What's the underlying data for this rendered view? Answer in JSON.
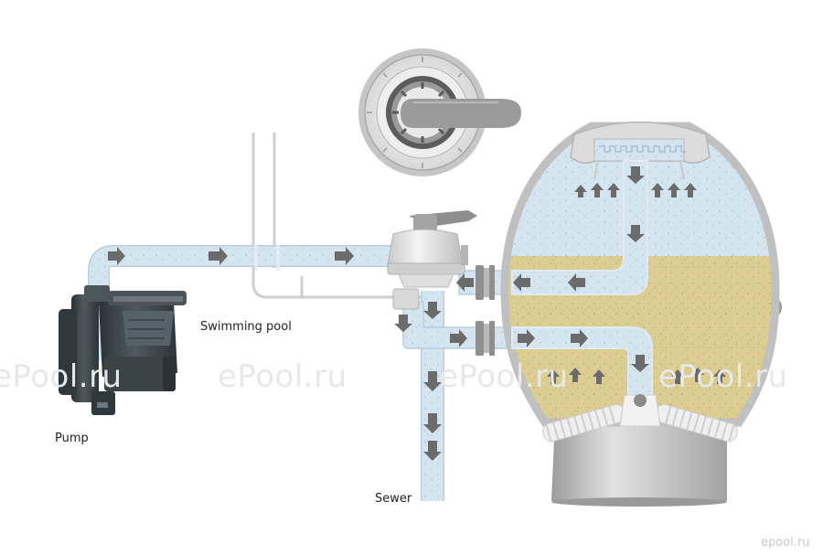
{
  "labels": {
    "swimming_pool": "Swimming pool",
    "pump": "Pump",
    "sewer": "Sewer"
  },
  "watermarks": {
    "main": "ePool.ru",
    "corner": "epool.ru"
  },
  "colors": {
    "water": "#d4e5f0",
    "water_dots": "#a9c6db",
    "sand": "#dccd93",
    "sand_dots": "#c1ae6c",
    "arrow": "#6b6b6b",
    "pipe_outline": "#c8c8c8",
    "pump_body": "#3b4347",
    "tank_outline": "#b9b9b9"
  },
  "icons": [
    "pump-icon",
    "multiport-valve-icon",
    "valve-handle-icon",
    "sand-filter-icon",
    "flow-arrow-icon"
  ]
}
